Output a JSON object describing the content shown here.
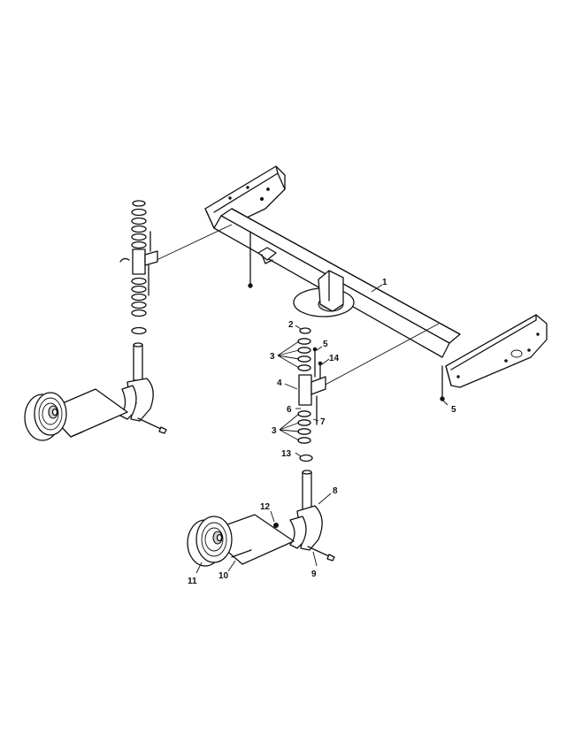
{
  "callouts": {
    "c1": "1",
    "c2": "2",
    "c3a": "3",
    "c3b": "3",
    "c4": "4",
    "c5a": "5",
    "c5b": "5",
    "c6": "6",
    "c7": "7",
    "c8": "8",
    "c9": "9",
    "c10": "10",
    "c11": "11",
    "c12": "12",
    "c13": "13",
    "c14": "14"
  }
}
